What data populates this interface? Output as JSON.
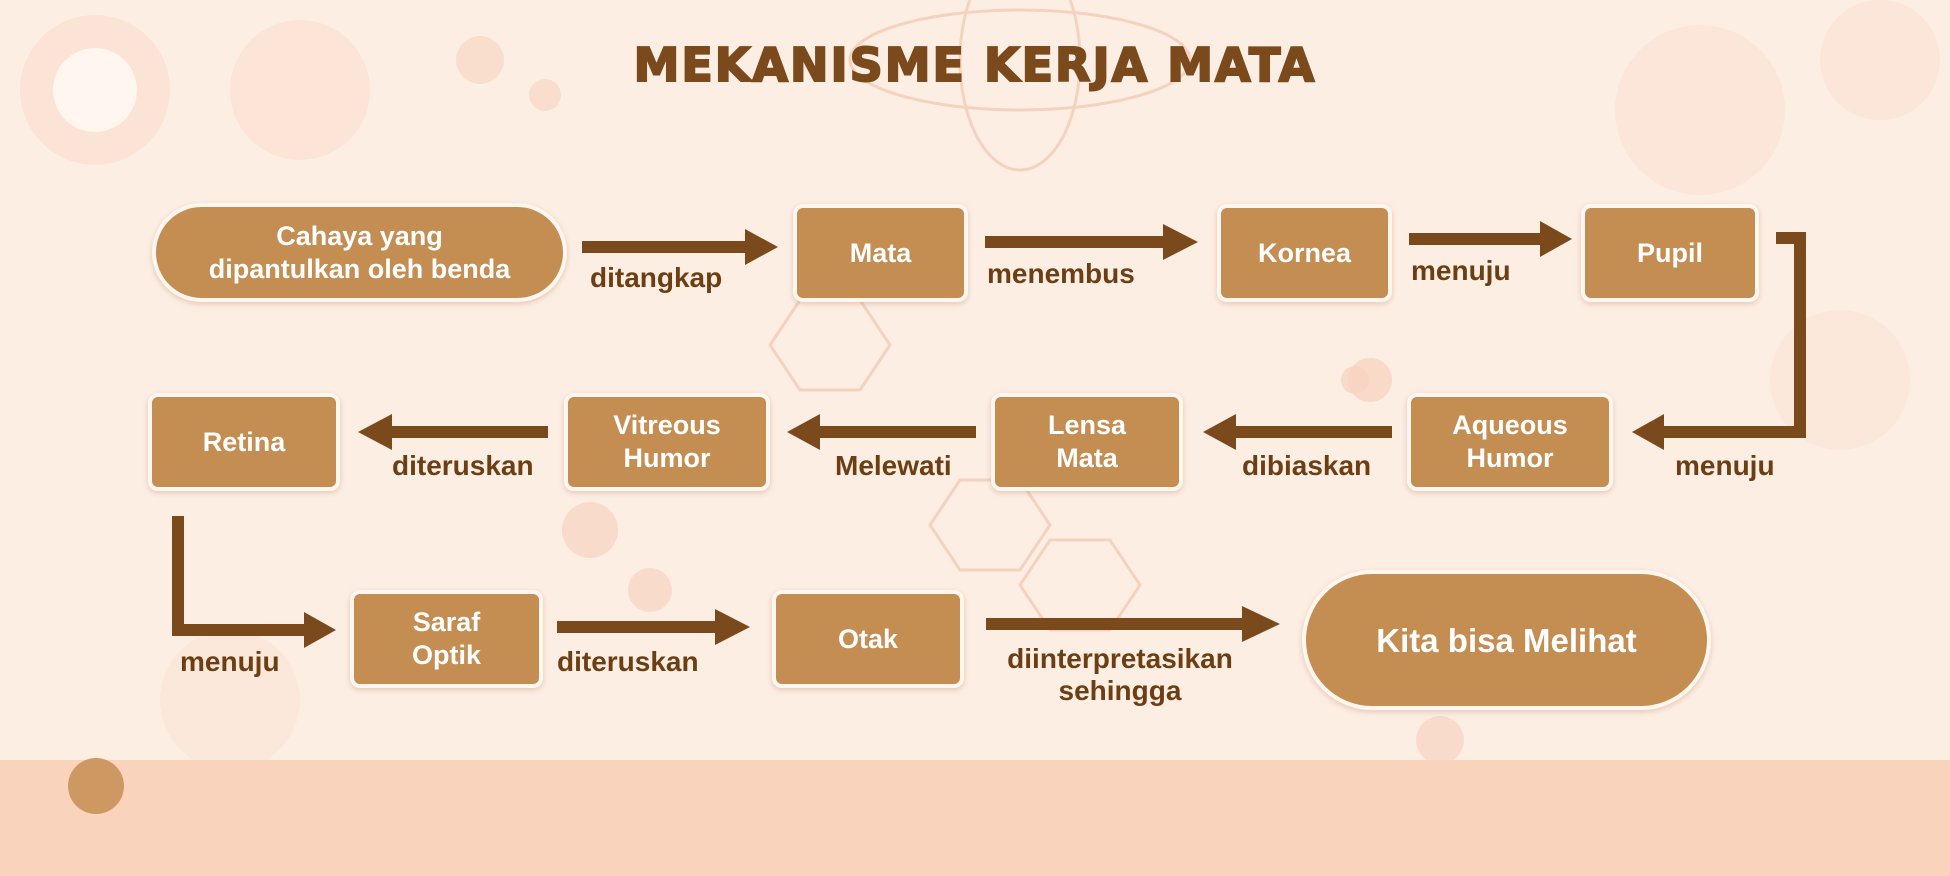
{
  "title": "MEKANISME KERJA MATA",
  "colors": {
    "node_fill": "#c48d52",
    "arrow": "#7a4a1c",
    "label_text": "#6b3f13",
    "background": "#fdeee4"
  },
  "nodes": {
    "cahaya": "Cahaya yang\ndipantulkan oleh benda",
    "mata": "Mata",
    "kornea": "Kornea",
    "pupil": "Pupil",
    "aqueous": "Aqueous\nHumor",
    "lensa": "Lensa\nMata",
    "vitreous": "Vitreous\nHumor",
    "retina": "Retina",
    "saraf": "Saraf\nOptik",
    "otak": "Otak",
    "melihat": "Kita bisa Melihat"
  },
  "edges": {
    "ditangkap": "ditangkap",
    "menembus": "menembus",
    "menuju_1": "menuju",
    "menuju_2": "menuju",
    "dibiaskan": "dibiaskan",
    "melewati": "Melewati",
    "diteruskan_1": "diteruskan",
    "menuju_3": "menuju",
    "diteruskan_2": "diteruskan",
    "diinterpretasikan": "diinterpretasikan\nsehingga"
  }
}
